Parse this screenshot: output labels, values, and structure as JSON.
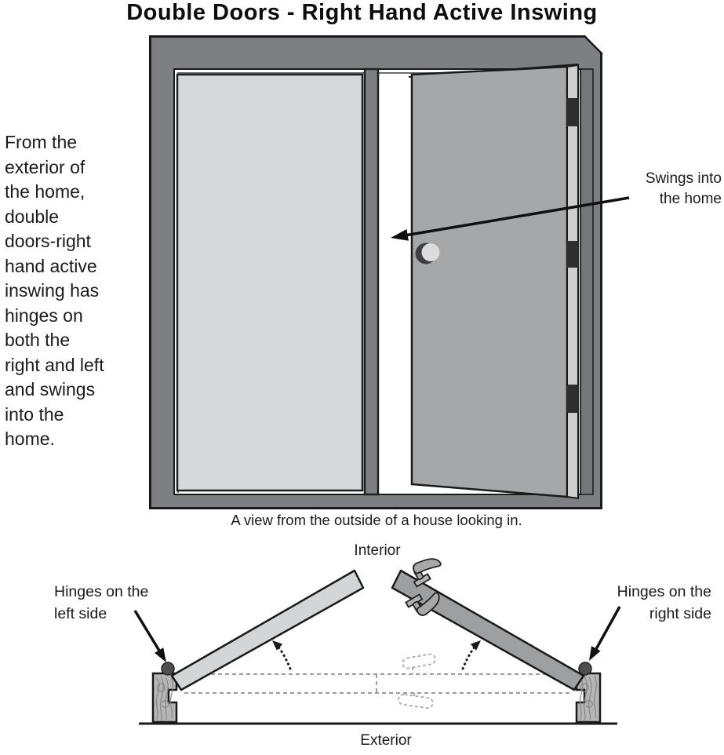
{
  "title": "Double Doors - Right Hand Active Inswing",
  "description": "From the\nexterior of\nthe home,\ndouble\ndoors-right\nhand active\ninswing has\nhinges on\nboth the\nright and left\nand swings\ninto the\nhome.",
  "front_view": {
    "annotation": "Swings into\nthe home",
    "caption": "A view from the outside of a house looking in."
  },
  "plan_view": {
    "interior_label": "Interior",
    "exterior_label": "Exterior",
    "left_hinge_label": "Hinges on the\nleft side",
    "right_hinge_label": "Hinges on the\nright side"
  },
  "colors": {
    "frame_gray": "#7d7f82",
    "jamb_shadow": "#74767a",
    "door_light": "#d7d8d9",
    "door_open": "#a5a7a9",
    "door_edge": "#cfcfcf",
    "hinge_black": "#2e2e2e",
    "plan_door_left": "#d4d5d6",
    "plan_door_right": "#9e9fa1",
    "wood_post": "#b6b6b6",
    "outline": "#1a1a1a"
  }
}
